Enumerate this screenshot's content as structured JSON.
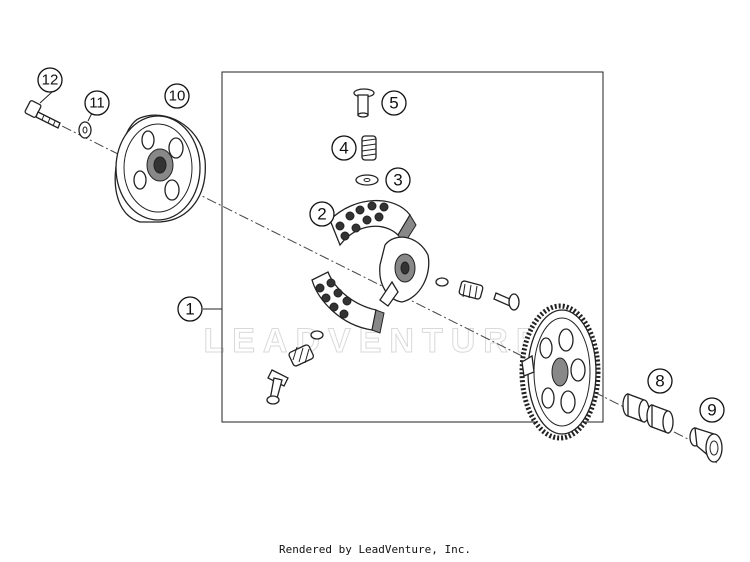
{
  "diagram": {
    "watermark": "LEADVENTURE",
    "footer": "Rendered by LeadVenture, Inc.",
    "callouts": [
      {
        "id": "c1",
        "label": "1"
      },
      {
        "id": "c2",
        "label": "2"
      },
      {
        "id": "c3",
        "label": "3"
      },
      {
        "id": "c4",
        "label": "4"
      },
      {
        "id": "c5",
        "label": "5"
      },
      {
        "id": "c8",
        "label": "8"
      },
      {
        "id": "c9",
        "label": "9"
      },
      {
        "id": "c10",
        "label": "10"
      },
      {
        "id": "c11",
        "label": "11"
      },
      {
        "id": "c12",
        "label": "12"
      }
    ]
  }
}
